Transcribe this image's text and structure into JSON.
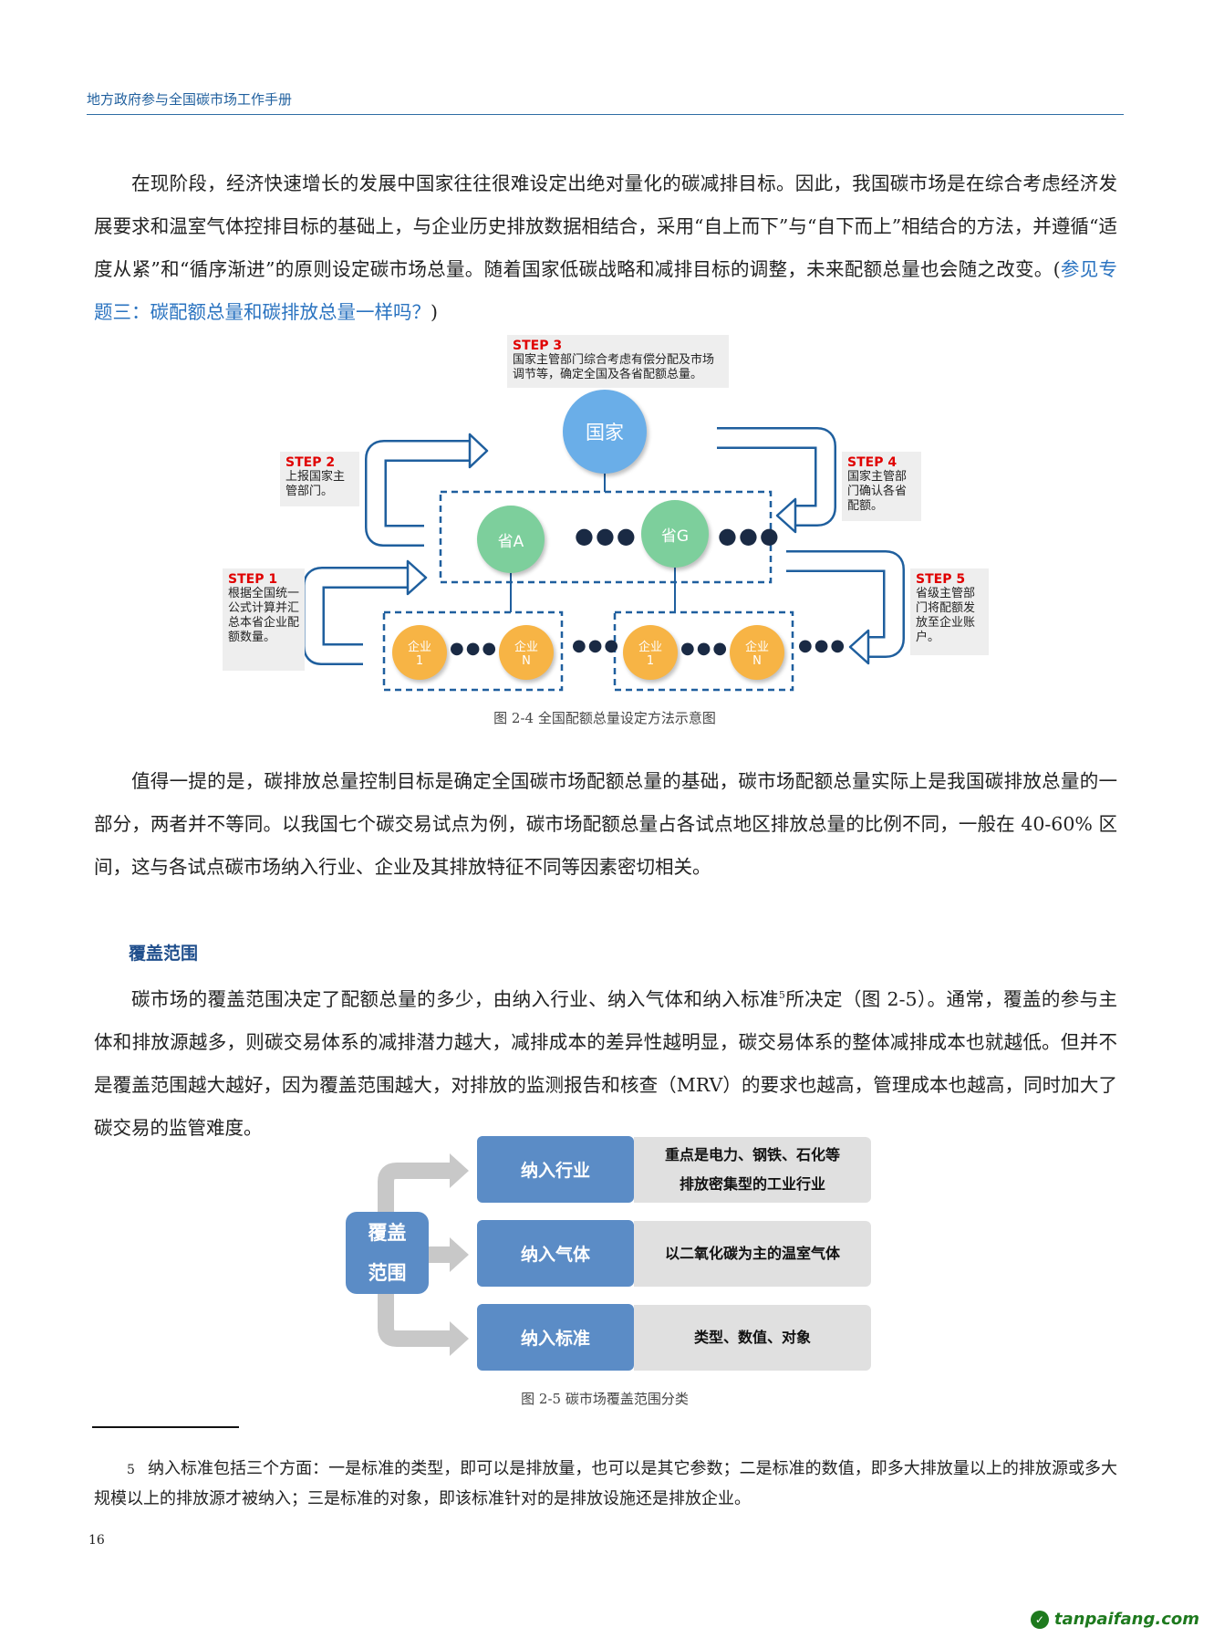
{
  "header": {
    "title": "地方政府参与全国碳市场工作手册"
  },
  "paragraph1": {
    "text": "在现阶段，经济快速增长的发展中国家往往很难设定出绝对量化的碳减排目标。因此，我国碳市场是在综合考虑经济发展要求和温室气体控排目标的基础上，与企业历史排放数据相结合，采用“自上而下”与“自下而上”相结合的方法，并遵循“适度从紧”和“循序渐进”的原则设定碳市场总量。随着国家低碳战略和减排目标的调整，未来配额总量也会随之改变。(",
    "link": "参见专题三：碳配额总量和碳排放总量一样吗？",
    "tail": ")"
  },
  "figure1": {
    "step3": {
      "label": "STEP 3",
      "text": "国家主管部门综合考虑有偿分配及市场调节等，确定全国及各省配额总量。"
    },
    "step2": {
      "label": "STEP 2",
      "text": "上报国家主管部门。"
    },
    "step4": {
      "label": "STEP 4",
      "text": "国家主管部门确认各省配额。"
    },
    "step1": {
      "label": "STEP 1",
      "text": "根据全国统一公式计算并汇总本省企业配额数量。"
    },
    "step5": {
      "label": "STEP 5",
      "text": "省级主管部门将配额发放至企业账户。"
    },
    "nation": "国家",
    "provinces": [
      "省A",
      "省G"
    ],
    "enterprises": [
      {
        "name": "企业",
        "id": "1"
      },
      {
        "name": "企业",
        "id": "N"
      },
      {
        "name": "企业",
        "id": "1"
      },
      {
        "name": "企业",
        "id": "N"
      }
    ],
    "caption": "图 2-4 全国配额总量设定方法示意图",
    "colors": {
      "nation": "#6aaee8",
      "province": "#7dcf9c",
      "enterprise": "#f7b445",
      "arrow": "#1f5f9e"
    }
  },
  "paragraph2": {
    "text": "值得一提的是，碳排放总量控制目标是确定全国碳市场配额总量的基础，碳市场配额总量实际上是我国碳排放总量的一部分，两者并不等同。以我国七个碳交易试点为例，碳市场配额总量占各试点地区排放总量的比例不同，一般在 40-60% 区间，这与各试点碳市场纳入行业、企业及其排放特征不同等因素密切相关。"
  },
  "section": {
    "heading": "覆盖范围"
  },
  "paragraph3": {
    "before": "碳市场的覆盖范围决定了配额总量的多少，由纳入行业、纳入气体和纳入标准",
    "footnote_ref": "5",
    "after": "所决定（图 2-5）。通常，覆盖的参与主体和排放源越多，则碳交易体系的减排潜力越大，减排成本的差异性越明显，碳交易体系的整体减排成本也就越低。但并不是覆盖范围越大越好，因为覆盖范围越大，对排放的监测报告和核查（MRV）的要求也越高，管理成本也越高，同时加大了碳交易的监管难度。"
  },
  "figure2": {
    "root": [
      "覆盖",
      "范围"
    ],
    "rows": [
      {
        "label": "纳入行业",
        "desc": [
          "重点是电力、钢铁、石化等",
          "排放密集型的工业行业"
        ]
      },
      {
        "label": "纳入气体",
        "desc": [
          "以二氧化碳为主的温室气体"
        ]
      },
      {
        "label": "纳入标准",
        "desc": [
          "类型、数值、对象"
        ]
      }
    ],
    "caption": "图 2-5 碳市场覆盖范围分类"
  },
  "footnote": {
    "number": "5",
    "text": "纳入标准包括三个方面：一是标准的类型，即可以是排放量，也可以是其它参数；二是标准的数值，即多大排放量以上的排放源或多大规模以上的排放源才被纳入；三是标准的对象，即该标准针对的是排放设施还是排放企业。"
  },
  "page_number": "16",
  "watermark": "tanpaifang.com"
}
